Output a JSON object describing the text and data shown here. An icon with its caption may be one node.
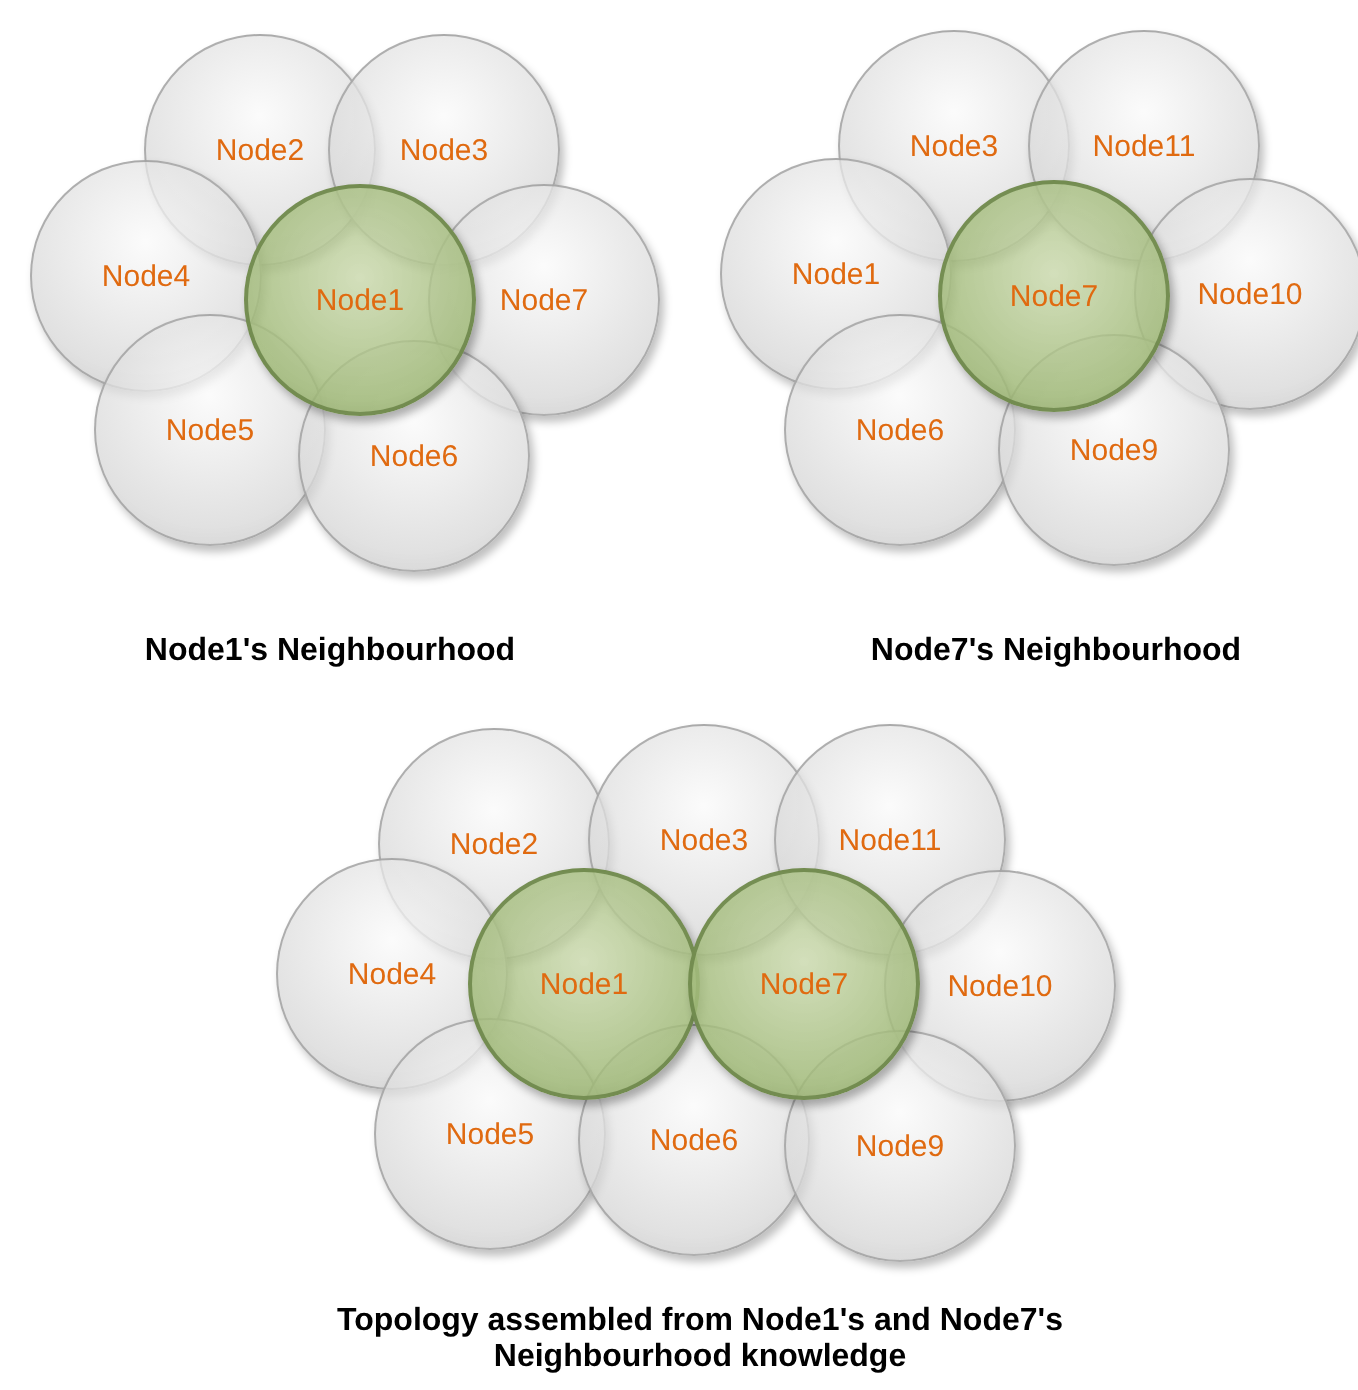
{
  "diagram": {
    "nodes": [
      {
        "text": [
          "Node2"
        ]
      },
      {
        "text": [
          "Node3"
        ]
      },
      {
        "text": [
          "Node4"
        ]
      },
      {
        "text": [
          "Node1"
        ]
      },
      {
        "text": [
          "Node7"
        ]
      },
      {
        "text": [
          "Node5"
        ]
      },
      {
        "text": [
          "Node6"
        ]
      },
      {
        "text": [
          "Node3"
        ]
      },
      {
        "text": [
          "Node11"
        ]
      },
      {
        "text": [
          "Node1"
        ]
      },
      {
        "text": [
          "Node7"
        ]
      },
      {
        "text": [
          "Node10"
        ]
      },
      {
        "text": [
          "Node6"
        ]
      },
      {
        "text": [
          "Node9"
        ]
      },
      {
        "text": [
          "Node2"
        ]
      },
      {
        "text": [
          "Node3"
        ]
      },
      {
        "text": [
          "Node11"
        ]
      },
      {
        "text": [
          "Node4"
        ]
      },
      {
        "text": [
          "Node1"
        ]
      },
      {
        "text": [
          "Node7"
        ]
      },
      {
        "text": [
          "Node10"
        ]
      },
      {
        "text": [
          "Node5"
        ]
      },
      {
        "text": [
          "Node6"
        ]
      },
      {
        "text": [
          "Node9"
        ]
      }
    ],
    "labels": [
      "Node1's Neighbourhood",
      "Node7's Neighbourhood",
      "Topology assembled from Node1's and Node7's Neighbourhood knowledge"
    ]
  }
}
